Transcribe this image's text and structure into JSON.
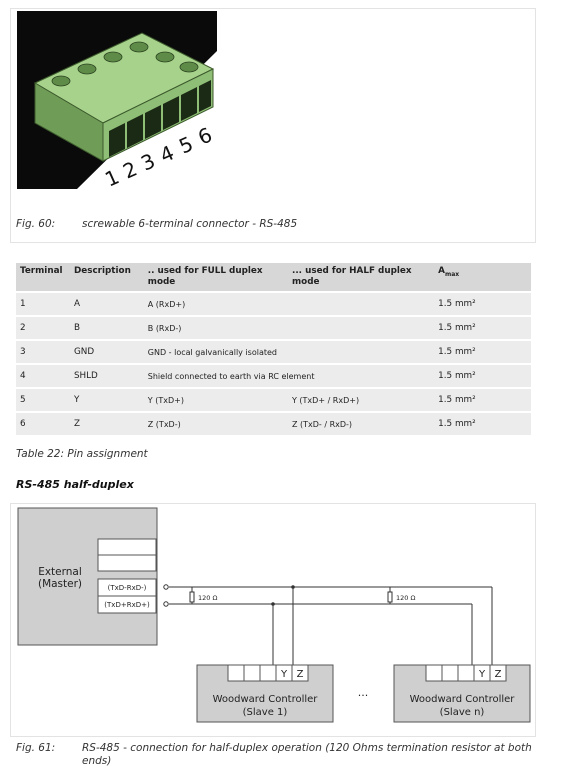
{
  "fig60": {
    "number": "Fig. 60:",
    "caption": "screwable 6-terminal connector - RS-485",
    "terminal_numbers": [
      "1",
      "2",
      "3",
      "4",
      "5",
      "6"
    ]
  },
  "pin_table": {
    "headers": {
      "terminal": "Terminal",
      "description": "Description",
      "full": ".. used for FULL duplex mode",
      "half": "... used for HALF duplex mode",
      "amax_main": "A",
      "amax_sub": "max"
    },
    "rows": [
      {
        "terminal": "1",
        "description": "A",
        "full": "A (RxD+)",
        "half": "",
        "amax": "1.5 mm²"
      },
      {
        "terminal": "2",
        "description": "B",
        "full": "B (RxD-)",
        "half": "",
        "amax": "1.5 mm²"
      },
      {
        "terminal": "3",
        "description": "GND",
        "span": "GND - local galvanically isolated",
        "amax": "1.5 mm²"
      },
      {
        "terminal": "4",
        "description": "SHLD",
        "span": "Shield connected to earth via RC element",
        "amax": "1.5 mm²"
      },
      {
        "terminal": "5",
        "description": "Y",
        "full": "Y (TxD+)",
        "half": "Y (TxD+ / RxD+)",
        "amax": "1.5 mm²"
      },
      {
        "terminal": "6",
        "description": "Z",
        "full": "Z (TxD-)",
        "half": "Z (TxD- / RxD-)",
        "amax": "1.5 mm²"
      }
    ],
    "caption": "Table 22: Pin assignment"
  },
  "section_heading": "RS-485 half-duplex",
  "diagram": {
    "master_line1": "External",
    "master_line2": "(Master)",
    "master_pin1": "(TxD-RxD-)",
    "master_pin2": "(TxD+RxD+)",
    "resistor1": "120 Ω",
    "resistor2": "120 Ω",
    "slave1_line1": "Woodward Controller",
    "slave1_line2": "(Slave 1)",
    "slaven_line1": "Woodward Controller",
    "slaven_line2": "(Slave n)",
    "pin_y": "Y",
    "pin_z": "Z",
    "ellipsis": "..."
  },
  "fig61": {
    "number": "Fig. 61:",
    "caption": "RS-485 - connection for half-duplex operation (120 Ohms termination resistor at both ends)"
  },
  "colors": {
    "block_fill": "#cfcfcf",
    "connector_green": "#8fbf77",
    "header_fill": "#d7d7d7",
    "row_fill": "#ececec"
  }
}
